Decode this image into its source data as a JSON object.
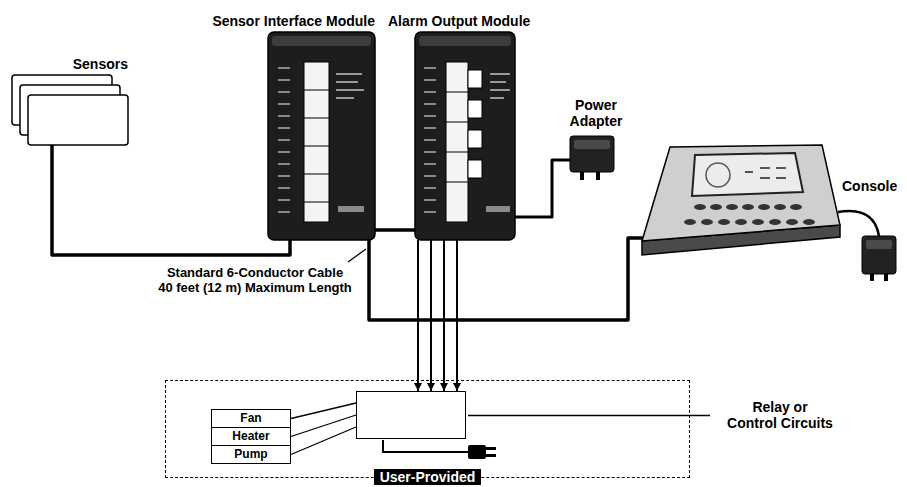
{
  "diagram": {
    "nodes": [
      {
        "text": [
          "Sensor Interface Module"
        ]
      },
      {
        "text": [
          "Alarm Output Module"
        ]
      },
      {
        "text": [
          "Sensors"
        ]
      },
      {
        "text": [
          "Power Adapter"
        ]
      },
      {
        "text": [
          "Console"
        ]
      },
      {
        "text": [
          "User-Provided"
        ]
      },
      {
        "text": [
          "Fan"
        ],
        "in": 5
      },
      {
        "text": [
          "Heater"
        ],
        "in": 5
      },
      {
        "text": [
          "Pump"
        ],
        "in": 5
      },
      {
        "text": [
          "Relay or Control Circuits"
        ],
        "in": 5
      }
    ],
    "edges": [
      {
        "from": 2,
        "to": 0,
        "arrow": "none"
      },
      {
        "from": 0,
        "to": 1,
        "arrow": "none"
      },
      {
        "from": 0,
        "to": 4,
        "arrow": "none"
      },
      {
        "from": 3,
        "to": 1,
        "arrow": "none"
      },
      {
        "from": 1,
        "to": 9,
        "arrow": "to"
      },
      {
        "from": 1,
        "to": 9,
        "arrow": "to"
      },
      {
        "from": 1,
        "to": 9,
        "arrow": "to"
      },
      {
        "from": 1,
        "to": 9,
        "arrow": "to"
      },
      {
        "from": 9,
        "to": 6,
        "arrow": "none"
      },
      {
        "from": 9,
        "to": 7,
        "arrow": "none"
      },
      {
        "from": 9,
        "to": 8,
        "arrow": "none"
      }
    ],
    "labels": [
      "Standard 6-Conductor Cable 40 feet (12 m) Maximum Length"
    ]
  }
}
